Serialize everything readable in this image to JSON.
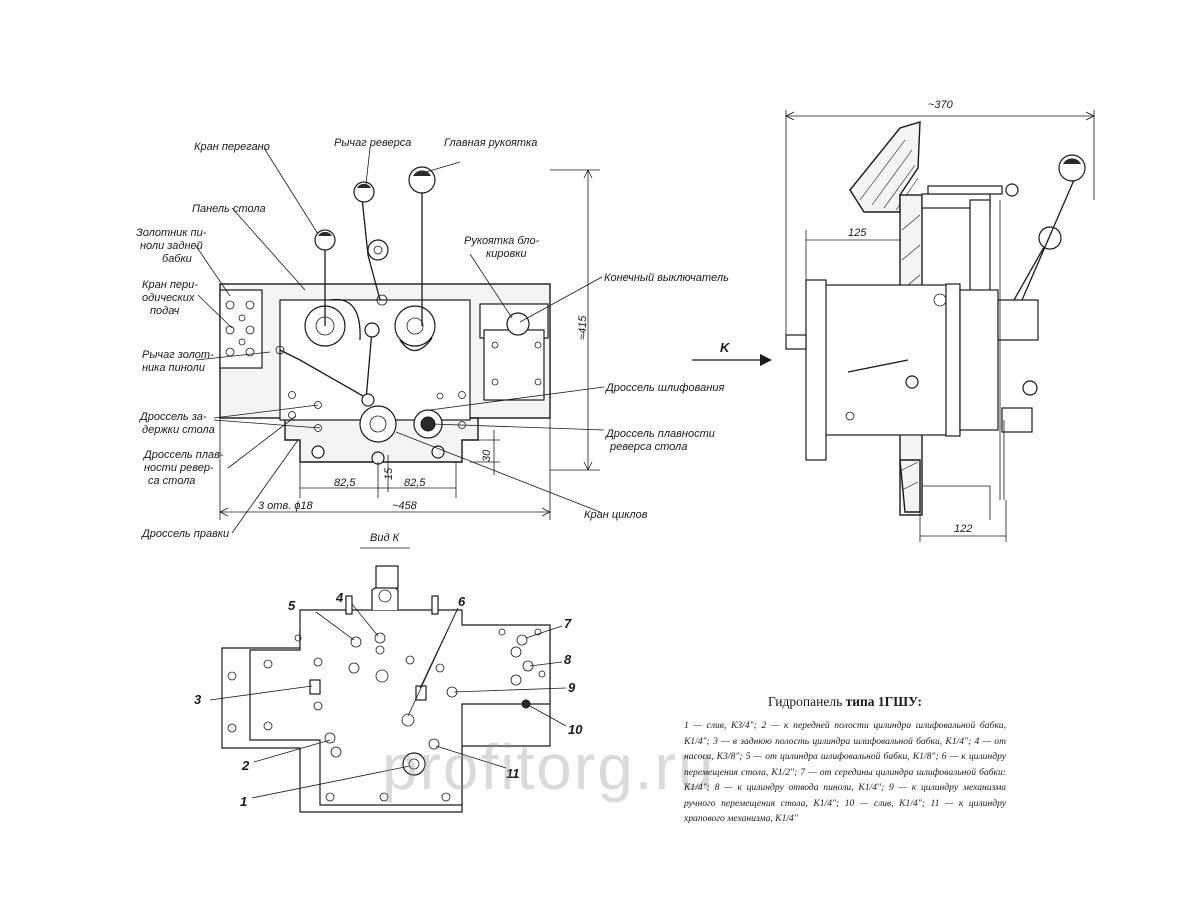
{
  "front_view": {
    "labels": {
      "kran_peregona": "Кран перегано",
      "rychag_reversa": "Рычаг реверса",
      "glavnaya_rukoyatka": "Главная рукоятка",
      "panel_stola": "Панель стола",
      "zolotnik_line1": "Золотник пи-",
      "zolotnik_line2": "ноли задней",
      "zolotnik_line3": "бабки",
      "kran_per_line1": "Кран пери-",
      "kran_per_line2": "одических",
      "kran_per_line3": "подач",
      "rychag_zol_line1": "Рычаг золот-",
      "rychag_zol_line2": "ника пиноли",
      "rukoyatka_line1": "Рукоятка бло-",
      "rukoyatka_line2": "кировки",
      "konechny": "Конечный выключатель",
      "drossel_shlif": "Дроссель шлифования",
      "drossel_zad_line1": "Дроссель за-",
      "drossel_zad_line2": "держки стола",
      "drossel_plav_line1": "Дроссель плав-",
      "drossel_plav_line2": "ности ревер-",
      "drossel_plav_line3": "са стола",
      "drossel_plav2_line1": "Дроссель плавности",
      "drossel_plav2_line2": "реверса стола",
      "kran_ciklov": "Кран циклов",
      "drossel_pravki": "Дроссель правки"
    },
    "dims": {
      "d415": "≈415",
      "d82_5_a": "82,5",
      "d82_5_b": "82,5",
      "d15": "15",
      "d30": "30",
      "holes": "3 отв. ϕ18",
      "d458": "~458"
    }
  },
  "side_view": {
    "dims": {
      "d370": "~370",
      "d125": "125",
      "d122": "122"
    },
    "arrow_label": "K"
  },
  "view_k": {
    "title": "Вид К",
    "callouts": [
      "1",
      "2",
      "3",
      "4",
      "5",
      "6",
      "7",
      "8",
      "9",
      "10",
      "11"
    ]
  },
  "caption": {
    "title_prefix": "Гидропанель",
    "title_bold": "типа 1ГШУ:",
    "text": "1 — слив, K3/4\"; 2 — к передней полости цилиндра шлифовальной бабки, K1/4\"; 3 — в заднюю полость цилиндра шлифовальной бабки, K1/4\"; 4 — от насоса, K3/8\"; 5 — от цилиндра шлифовальной бабки, K1/8\"; 6 — к цилиндру перемещения стола, K1/2\"; 7 — от середины цилиндра шлифовальной бабки: K1/4\"; 8 — к цилиндру отвода пиноли, K1/4\"; 9 — к цилиндру механизма ручного перемещения стола, K1/4\"; 10 — слив, K1/4\"; 11 — к цилиндру храпового механизма, K1/4\""
  },
  "watermark": "profitorg.ru"
}
